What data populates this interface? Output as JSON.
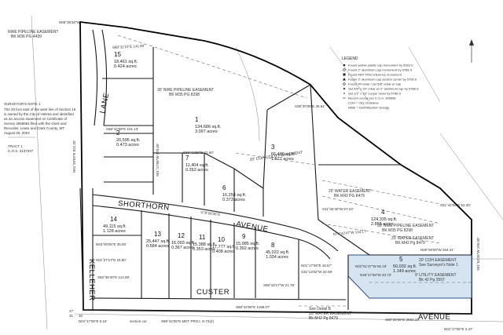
{
  "streets": {
    "lane": "LANE",
    "shorthorn": "SHORTHORN",
    "avenue_mid": "AVENUE",
    "avenue_right": "AVENUE",
    "custer": "CUSTER",
    "kelleher": "KELLEHER"
  },
  "lots": [
    {
      "num": "15",
      "area": "18,461 sq.ft.",
      "acres": "0.424 acres"
    },
    {
      "num": "1",
      "area": "134,686 sq.ft.",
      "acres": "3.097 acres"
    },
    {
      "num": "2",
      "area": "20,595 sq.ft.",
      "acres": "0.473 acres"
    },
    {
      "num": "7",
      "area": "11,404 sq.ft.",
      "acres": "0.262 acres"
    },
    {
      "num": "6",
      "area": "16,254 sq.ft.",
      "acres": "0.373 acres"
    },
    {
      "num": "3",
      "area": "66,486 sq.ft.",
      "acres": "1.527 acres"
    },
    {
      "num": "4",
      "area": "124,335 sq.ft.",
      "acres": "2.855 acres"
    },
    {
      "num": "14",
      "area": "49,115 sq.ft.",
      "acres": "1.128 acres"
    },
    {
      "num": "13",
      "area": "25,447 sq.ft.",
      "acres": "0.584 acres"
    },
    {
      "num": "12",
      "area": "16,003 sq.ft.",
      "acres": "0.367 acres"
    },
    {
      "num": "11",
      "area": "15,388 sq.ft.",
      "acres": "0.353 acres"
    },
    {
      "num": "10",
      "area": "17,777 sq.ft.",
      "acres": "0.408 acres"
    },
    {
      "num": "9",
      "area": "15,985 sq.ft.",
      "acres": "0.392 acres"
    },
    {
      "num": "8",
      "area": "45,022 sq.ft.",
      "acres": "1.034 acres"
    },
    {
      "num": "5",
      "area": "50,032 sq.ft.",
      "acres": "1.149 acres"
    }
  ],
  "easements": {
    "nwe_top_1": "NWE PIPELINE EASEMENT",
    "nwe_top_2": "BK M36 PG 4439",
    "nwe_mid_1": "30' NWE PIPELINE EASEMENT",
    "nwe_mid_2": "BK M35 PG 8298",
    "coh_utility": "20' COH UTILITY EASEMENT",
    "water_3_1": "20' WATER EASEMENT",
    "water_3_2": "BK M42 PG 8479",
    "nwe_4_1": "30' NWE PIPELINE EASEMENT",
    "nwe_4_2": "BK M35 PG 8298",
    "water_4_1": "20' WATER EASEMENT",
    "water_4_2": "BK M42 Pg 8479",
    "coh_5_1": "20' COH EASEMENT",
    "coh_5_2": "See Surveyor's Note 1",
    "util_5_1": "9' UTILITY EASEMENT",
    "util_5_2": "Bk 42 Pg 3597",
    "water_bottom_1": "20' WATER EASEMENT",
    "water_bottom_2": "Bk M42 Pg 8479",
    "see_detail": "See Detail B"
  },
  "bearings": {
    "top_west": "N89°39'28\"W",
    "lane_top": "S89°31'15\"E 141.80'",
    "left_1": "N01°39'03\"E 831.25'",
    "lot2_e": "S01°17'06\"W 170.65'",
    "lot3_n": "S38°20'08\"E 36.61'",
    "lot7_n": "S88°42'59\"E 21.60'",
    "lot2_n": "S88°42'59\"E 101.13'",
    "lot3_w": "S11°34'40\"W 57.23'",
    "lot4_e": "S51°42'08\"E 52.40'",
    "lot5_n": "N74°42'47\"W 144.17'",
    "lot5_w": "N02°51'37\"W 65.19'",
    "lot5_s": "N45°47'58\"W 40.73'",
    "lot5_e": "S01°53'26\"W 190.00'",
    "lot5_n2": "N90°00'00\"W 264.41'",
    "lot8_s": "S31°13'02\"W 32.69'",
    "lot8_w": "N01°17'06\"E 18.57'",
    "custer_n": "S88°18'17\"W 21.78'",
    "custer_s": "S88°42'59\"E 1188.07'",
    "avenue_s": "S88°26'08\"E 2683.19'",
    "left_s1": "N03°00'06\"E 35.00'",
    "left_s2": "S01°27'17\"E 18.90'",
    "left_s3": "S82°36'40\"E 114.99'",
    "shorthorn_a": "S79°00'36\"E",
    "bottom_left": "N01°17'06\"E 5.16'",
    "bottom_note": "S88°42'55\"E  MDT PROJ. S-72(2)",
    "bottom_right": "N01°17'06\"E 2.47'"
  },
  "labels": {
    "section_corner": "section cor.",
    "num_27": "27",
    "num_31": "31",
    "num_30": "30"
  },
  "legend": {
    "title": "LEGEND",
    "items": [
      "Found yellow plastic cap monument by 5963 S",
      "Found 2\" aluminum cap monument by 6788 S",
      "Found MDT R/W reference monument",
      "Found 2\" aluminum cap section corner by 5795 S",
      "Found #4 rebar / set 5/8\" rebar w/ cap",
      "Set 5/8\" x 24\" rebar w/ 2\" aluminum cap by 6788 S",
      "Set 1/2\" x 18\" copper rebar by 6788 S",
      "Record course per C.O.S. 399898",
      "COH = City of Helena",
      "NWE = NorthWestern Energy"
    ]
  },
  "surveyor_note": {
    "title": "SURVEYOR'S NOTE 1",
    "lines": [
      "The 20 foot east of the west line of Section 19",
      "is owned by the City of Helena and identified",
      "as an access easement on Certificate of",
      "Survey 3068681 filed with the Clerk and",
      "Recorder, Lewis and Clark County, MT",
      "August 25, 2004"
    ]
  },
  "tract": {
    "line1": "TRACT 1",
    "line2": "C.O.S. 3137337"
  },
  "colors": {
    "highlight": "#d6e4f2",
    "highlight_stroke": "#2d4f8a",
    "line": "#1a1a1a"
  }
}
